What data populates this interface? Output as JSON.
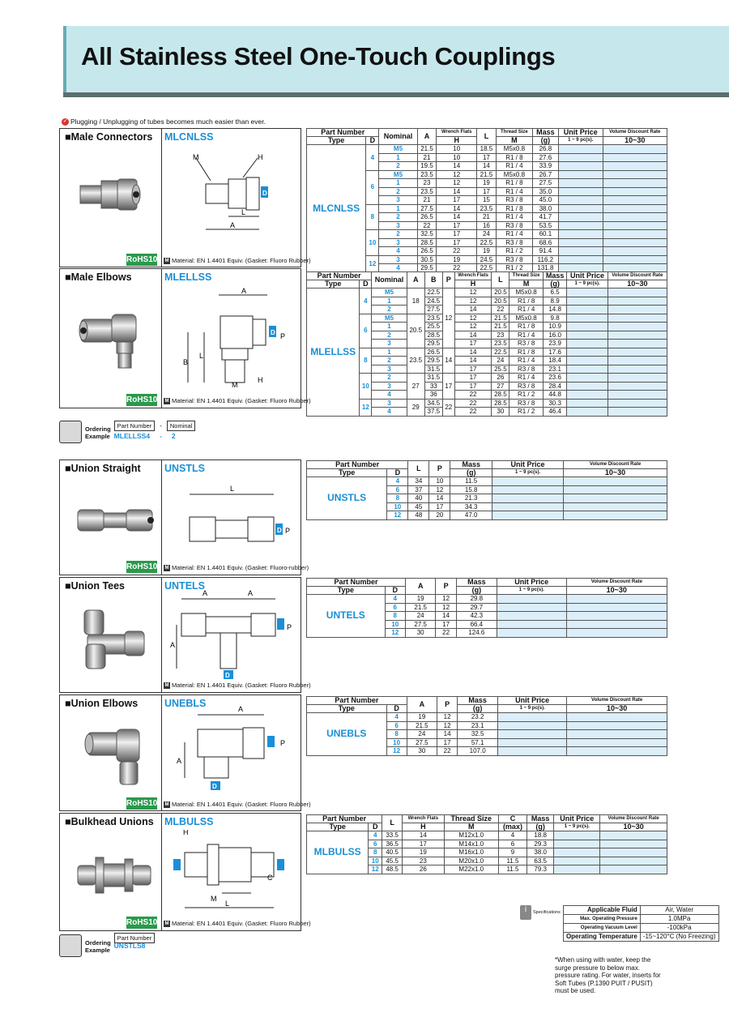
{
  "title": "All Stainless Steel One-Touch Couplings",
  "intro": "Plugging / Unplugging of tubes becomes much easier than ever.",
  "material_std": "Material: EN 1.4401 Equiv. (Gasket: Fluoro Rubber)",
  "material_alt": "Material: EN 1.4401 Equiv. (Gasket: Fluoro-rubber)",
  "rohs": "RoHS10",
  "hdr": {
    "part_number": "Part Number",
    "type": "Type",
    "d": "D",
    "nominal": "Nominal",
    "a": "A",
    "b": "B",
    "c": "C",
    "l": "L",
    "p": "P",
    "wf": "Wrench Flats",
    "h": "H",
    "thread": "Thread Size",
    "m": "M",
    "mass": "Mass",
    "g": "(g)",
    "max": "(max)",
    "unit_price": "Unit Price",
    "qty": "1 ~ 9 pc(s).",
    "vdr": "Volume Discount Rate",
    "vdr_range": "10~30"
  },
  "sections": {
    "mlcnlss": {
      "title": "Male Connectors",
      "code": "MLCNLSS",
      "type": "MLCNLSS",
      "rows": [
        [
          "4",
          "M5",
          "21.5",
          "10",
          "18.5",
          "M5x0.8",
          "26.8"
        ],
        [
          "",
          "1",
          "21",
          "10",
          "17",
          "R1 / 8",
          "27.6"
        ],
        [
          "",
          "2",
          "19.5",
          "14",
          "14",
          "R1 / 4",
          "33.9"
        ],
        [
          "6",
          "M5",
          "23.5",
          "12",
          "21.5",
          "M5x0.8",
          "26.7"
        ],
        [
          "",
          "1",
          "23",
          "12",
          "19",
          "R1 / 8",
          "27.5"
        ],
        [
          "",
          "2",
          "23.5",
          "14",
          "17",
          "R1 / 4",
          "35.0"
        ],
        [
          "",
          "3",
          "21",
          "17",
          "15",
          "R3 / 8",
          "45.0"
        ],
        [
          "8",
          "1",
          "27.5",
          "14",
          "23.5",
          "R1 / 8",
          "38.0"
        ],
        [
          "",
          "2",
          "26.5",
          "14",
          "21",
          "R1 / 4",
          "41.7"
        ],
        [
          "",
          "3",
          "22",
          "17",
          "16",
          "R3 / 8",
          "53.5"
        ],
        [
          "10",
          "2",
          "32.5",
          "17",
          "24",
          "R1 / 4",
          "60.1"
        ],
        [
          "",
          "3",
          "28.5",
          "17",
          "22.5",
          "R3 / 8",
          "68.6"
        ],
        [
          "",
          "4",
          "26.5",
          "22",
          "19",
          "R1 / 2",
          "91.4"
        ],
        [
          "12",
          "3",
          "30.5",
          "19",
          "24.5",
          "R3 / 8",
          "116.2"
        ],
        [
          "",
          "4",
          "29.5",
          "22",
          "22.5",
          "R1 / 2",
          "131.8"
        ]
      ]
    },
    "mlellss": {
      "title": "Male Elbows",
      "code": "MLELLSS",
      "type": "MLELLSS",
      "rows": [
        [
          "4",
          "M5",
          "18",
          "22.5",
          "12",
          "12",
          "20.5",
          "M5x0.8",
          "6.5"
        ],
        [
          "",
          "1",
          "",
          "24.5",
          "",
          "12",
          "20.5",
          "R1 / 8",
          "8.9"
        ],
        [
          "",
          "2",
          "",
          "27.5",
          "",
          "14",
          "22",
          "R1 / 4",
          "14.8"
        ],
        [
          "6",
          "M5",
          "20.5",
          "23.5",
          "",
          "12",
          "21.5",
          "M5x0.8",
          "9.8"
        ],
        [
          "",
          "1",
          "",
          "25.5",
          "",
          "12",
          "21.5",
          "R1 / 8",
          "10.9"
        ],
        [
          "",
          "2",
          "",
          "28.5",
          "",
          "14",
          "23",
          "R1 / 4",
          "16.0"
        ],
        [
          "",
          "3",
          "",
          "29.5",
          "",
          "17",
          "23.5",
          "R3 / 8",
          "23.9"
        ],
        [
          "8",
          "1",
          "23.5",
          "26.5",
          "14",
          "14",
          "22.5",
          "R1 / 8",
          "17.6"
        ],
        [
          "",
          "2",
          "",
          "29.5",
          "",
          "14",
          "24",
          "R1 / 4",
          "18.4"
        ],
        [
          "",
          "3",
          "",
          "31.5",
          "",
          "17",
          "25.5",
          "R3 / 8",
          "23.1"
        ],
        [
          "10",
          "2",
          "27",
          "31.5",
          "17",
          "17",
          "26",
          "R1 / 4",
          "23.6"
        ],
        [
          "",
          "3",
          "",
          "33",
          "",
          "17",
          "27",
          "R3 / 8",
          "28.4"
        ],
        [
          "",
          "4",
          "",
          "36",
          "",
          "22",
          "28.5",
          "R1 / 2",
          "44.8"
        ],
        [
          "12",
          "3",
          "29",
          "34.5",
          "22",
          "22",
          "28.5",
          "R3 / 8",
          "30.3"
        ],
        [
          "",
          "4",
          "",
          "37.5",
          "",
          "22",
          "30",
          "R1 / 2",
          "46.4"
        ]
      ]
    },
    "unstls": {
      "title": "Union Straight",
      "code": "UNSTLS",
      "type": "UNSTLS",
      "rows": [
        [
          "4",
          "34",
          "10",
          "11.5"
        ],
        [
          "6",
          "37",
          "12",
          "15.8"
        ],
        [
          "8",
          "40",
          "14",
          "21.3"
        ],
        [
          "10",
          "45",
          "17",
          "34.3"
        ],
        [
          "12",
          "48",
          "20",
          "47.0"
        ]
      ]
    },
    "untels": {
      "title": "Union Tees",
      "code": "UNTELS",
      "type": "UNTELS",
      "rows": [
        [
          "4",
          "19",
          "12",
          "29.8"
        ],
        [
          "6",
          "21.5",
          "12",
          "29.7"
        ],
        [
          "8",
          "24",
          "14",
          "42.3"
        ],
        [
          "10",
          "27.5",
          "17",
          "66.4"
        ],
        [
          "12",
          "30",
          "22",
          "124.6"
        ]
      ]
    },
    "unebls": {
      "title": "Union Elbows",
      "code": "UNEBLS",
      "type": "UNEBLS",
      "rows": [
        [
          "4",
          "19",
          "12",
          "23.2"
        ],
        [
          "6",
          "21.5",
          "12",
          "23.1"
        ],
        [
          "8",
          "24",
          "14",
          "32.5"
        ],
        [
          "10",
          "27.5",
          "17",
          "57.1"
        ],
        [
          "12",
          "30",
          "22",
          "107.0"
        ]
      ]
    },
    "mlbulss": {
      "title": "Bulkhead Unions",
      "code": "MLBULSS",
      "type": "MLBULSS",
      "rows": [
        [
          "4",
          "33.5",
          "14",
          "M12x1.0",
          "4",
          "18.8"
        ],
        [
          "6",
          "36.5",
          "17",
          "M14x1.0",
          "6",
          "29.3"
        ],
        [
          "8",
          "40.5",
          "19",
          "M16x1.0",
          "9",
          "38.0"
        ],
        [
          "10",
          "45.5",
          "23",
          "M20x1.0",
          "11.5",
          "63.5"
        ],
        [
          "12",
          "48.5",
          "26",
          "M22x1.0",
          "11.5",
          "79.3"
        ]
      ]
    }
  },
  "ordering": [
    {
      "label1": "Ordering",
      "label2": "Example",
      "pn": "Part Number",
      "dash": "-",
      "nom": "Nominal",
      "val1": "MLELLSS4",
      "val_dash": "-",
      "val2": "2"
    },
    {
      "label1": "Ordering",
      "label2": "Example",
      "pn": "Part Number",
      "val1": "UNSTLS8"
    }
  ],
  "specs": {
    "label": "Specifications",
    "rows": [
      [
        "Applicable Fluid",
        "Air, Water"
      ],
      [
        "Max. Operating Pressure",
        "1.0MPa"
      ],
      [
        "Operating Vacuum Level",
        "-100kPa"
      ],
      [
        "Operating Temperature",
        "-15~120°C (No Freezing)"
      ]
    ],
    "note": "*When using with water, keep the surge pressure to below max. pressure rating. For water, inserts for Soft Tubes (P.1390 PUIT / PUSIT) must be used."
  }
}
